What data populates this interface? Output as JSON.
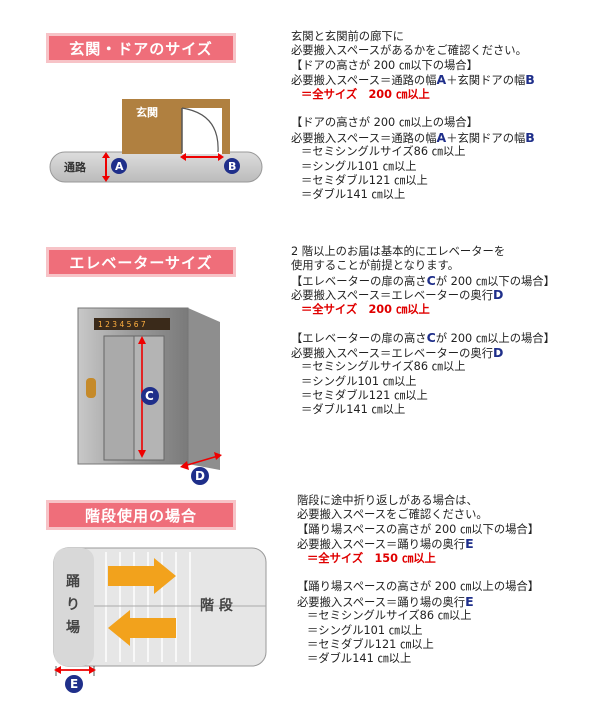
{
  "sections": {
    "door": {
      "title": "玄関・ドアのサイズ",
      "diagram": {
        "entrance": "玄関",
        "corridor": "通路",
        "a": "A",
        "b": "B"
      },
      "intro": [
        "玄関と玄関前の廊下に",
        "必要搬入スペースがあるかをご確認ください。"
      ],
      "case1_head": "【ドアの高さが 200 ㎝以下の場合】",
      "case1_req_pre": "必要搬入スペース＝通路の幅",
      "case1_req_a": "A",
      "case1_req_mid": "＋玄関ドアの幅",
      "case1_req_b": "B",
      "case1_result": "＝全サイズ　200 ㎝以上",
      "case2_head": "【ドアの高さが 200 ㎝以上の場合】",
      "case2_req_pre": "必要搬入スペース＝通路の幅",
      "case2_req_a": "A",
      "case2_req_mid": "＋玄関ドアの幅",
      "case2_req_b": "B",
      "sizes": [
        {
          "k": "＝セミシングルサイズ",
          "v": "86 ㎝以上"
        },
        {
          "k": "＝シングル",
          "v": "101 ㎝以上"
        },
        {
          "k": "＝セミダブル",
          "v": "121 ㎝以上"
        },
        {
          "k": "＝ダブル",
          "v": "141 ㎝以上"
        }
      ]
    },
    "elevator": {
      "title": "エレベーターサイズ",
      "diagram": {
        "floors": "1 2 3 4 5 6 7",
        "c": "C",
        "d": "D"
      },
      "intro": [
        "2 階以上のお届は基本的にエレベーターを",
        "使用することが前提となります。"
      ],
      "case1_head_pre": "【エレベーターの扉の高さ",
      "case1_head_c": "C",
      "case1_head_post": "が 200 ㎝以下の場合】",
      "case1_req_pre": "必要搬入スペース＝エレベーターの奥行",
      "case1_req_d": "D",
      "case1_result": "＝全サイズ　200 ㎝以上",
      "case2_head_pre": "【エレベーターの扉の高さ",
      "case2_head_c": "C",
      "case2_head_post": "が 200 ㎝以上の場合】",
      "case2_req_pre": "必要搬入スペース＝エレベーターの奥行",
      "case2_req_d": "D",
      "sizes": [
        {
          "k": "＝セミシングルサイズ",
          "v": "86 ㎝以上"
        },
        {
          "k": "＝シングル",
          "v": "101 ㎝以上"
        },
        {
          "k": "＝セミダブル",
          "v": "121 ㎝以上"
        },
        {
          "k": "＝ダブル",
          "v": "141 ㎝以上"
        }
      ]
    },
    "stairs": {
      "title": "階段使用の場合",
      "diagram": {
        "landing": [
          "踊",
          "り",
          "場"
        ],
        "stairs": "階 段",
        "e": "E"
      },
      "intro": [
        "階段に途中折り返しがある場合は、",
        "必要搬入スペースをご確認ください。"
      ],
      "case1_head": "【踊り場スペースの高さが 200 ㎝以下の場合】",
      "case1_req_pre": "必要搬入スペース＝踊り場の奥行",
      "case1_req_e": "E",
      "case1_result": "＝全サイズ　150 ㎝以上",
      "case2_head": "【踊り場スペースの高さが 200 ㎝以上の場合】",
      "case2_req_pre": "必要搬入スペース＝踊り場の奥行",
      "case2_req_e": "E",
      "sizes": [
        {
          "k": "＝セミシングルサイズ",
          "v": "86 ㎝以上"
        },
        {
          "k": "＝シングル",
          "v": "101 ㎝以上"
        },
        {
          "k": "＝セミダブル",
          "v": "121 ㎝以上"
        },
        {
          "k": "＝ダブル",
          "v": "141 ㎝以上"
        }
      ]
    }
  },
  "colors": {
    "header_bg": "#ef6e7a",
    "header_border": "#f7c3c7",
    "accent_red": "#e00000",
    "letter_blue": "#1f2f8a",
    "door_brown": "#b08040"
  }
}
